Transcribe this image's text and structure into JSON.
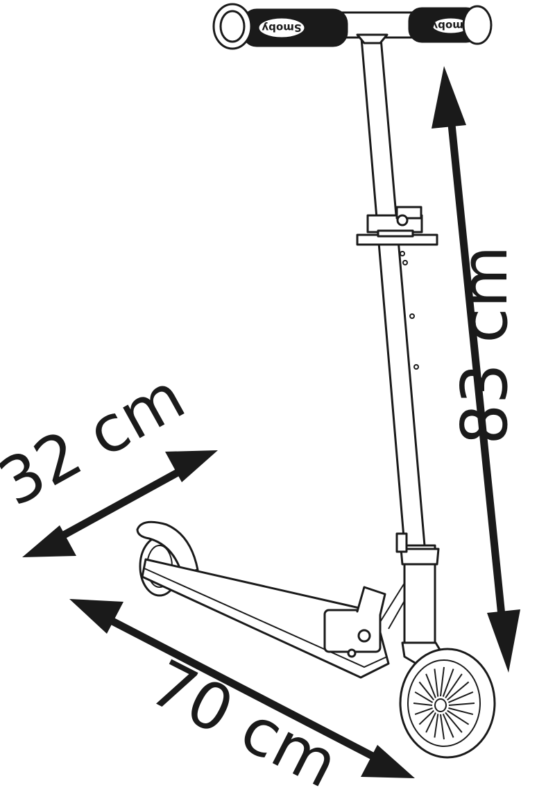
{
  "dimensions": {
    "height": "83 cm",
    "width": "32 cm",
    "length": "70 cm"
  },
  "brand_logo": "Smoby",
  "colors": {
    "ink": "#1a1a1a",
    "background": "#ffffff"
  }
}
